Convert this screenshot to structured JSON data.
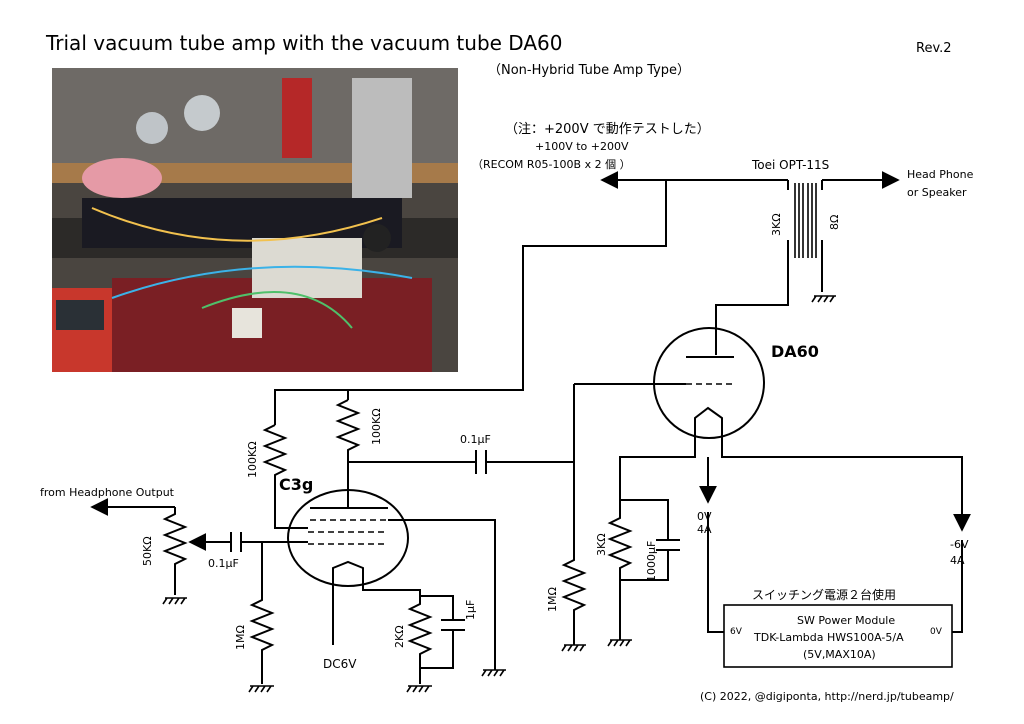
{
  "title": "Trial vacuum tube amp with the vacuum tube DA60",
  "revision": "Rev.2",
  "subtitle": "（Non-Hybrid Tube Amp Type）",
  "note_jp": "（注：+200V で動作テストした）",
  "hv_range": "+100V to +200V",
  "hv_source": "（RECOM R05-100B x 2 個 ）",
  "transformer": "Toei OPT-11S",
  "primary_impedance": "3KΩ",
  "secondary_impedance": "8Ω",
  "output_label_1": "Head Phone",
  "output_label_2": "or Speaker",
  "power_tube": "DA60",
  "driver_tube": "C3g",
  "input_label": "from Headphone Output",
  "volume": "50KΩ",
  "input_cap": "0.1μF",
  "coupling_cap": "0.1μF",
  "grid_resistor": "1MΩ",
  "cathode_resistor": "2KΩ",
  "cathode_cap": "1μF",
  "heater_supply": "DC6V",
  "screen_resistor": "100KΩ",
  "plate_resistor": "100KΩ",
  "power_grid_resistor": "1MΩ",
  "power_cathode_resistor": "3KΩ",
  "power_cathode_cap": "1000μF",
  "filament_plus_v": "0V",
  "filament_plus_a": "4A",
  "filament_minus_v": "-6V",
  "filament_minus_a": "4A",
  "psu_heading": "スイッチング電源２台使用",
  "psu_line1": "SW Power Module",
  "psu_line2": "TDK-Lambda HWS100A-5/A",
  "psu_line3": "(5V,MAX10A)",
  "psu_left_pin": "6V",
  "psu_right_pin": "0V",
  "copyright": "(C) 2022, @digiponta, http://nerd.jp/tubeamp/"
}
